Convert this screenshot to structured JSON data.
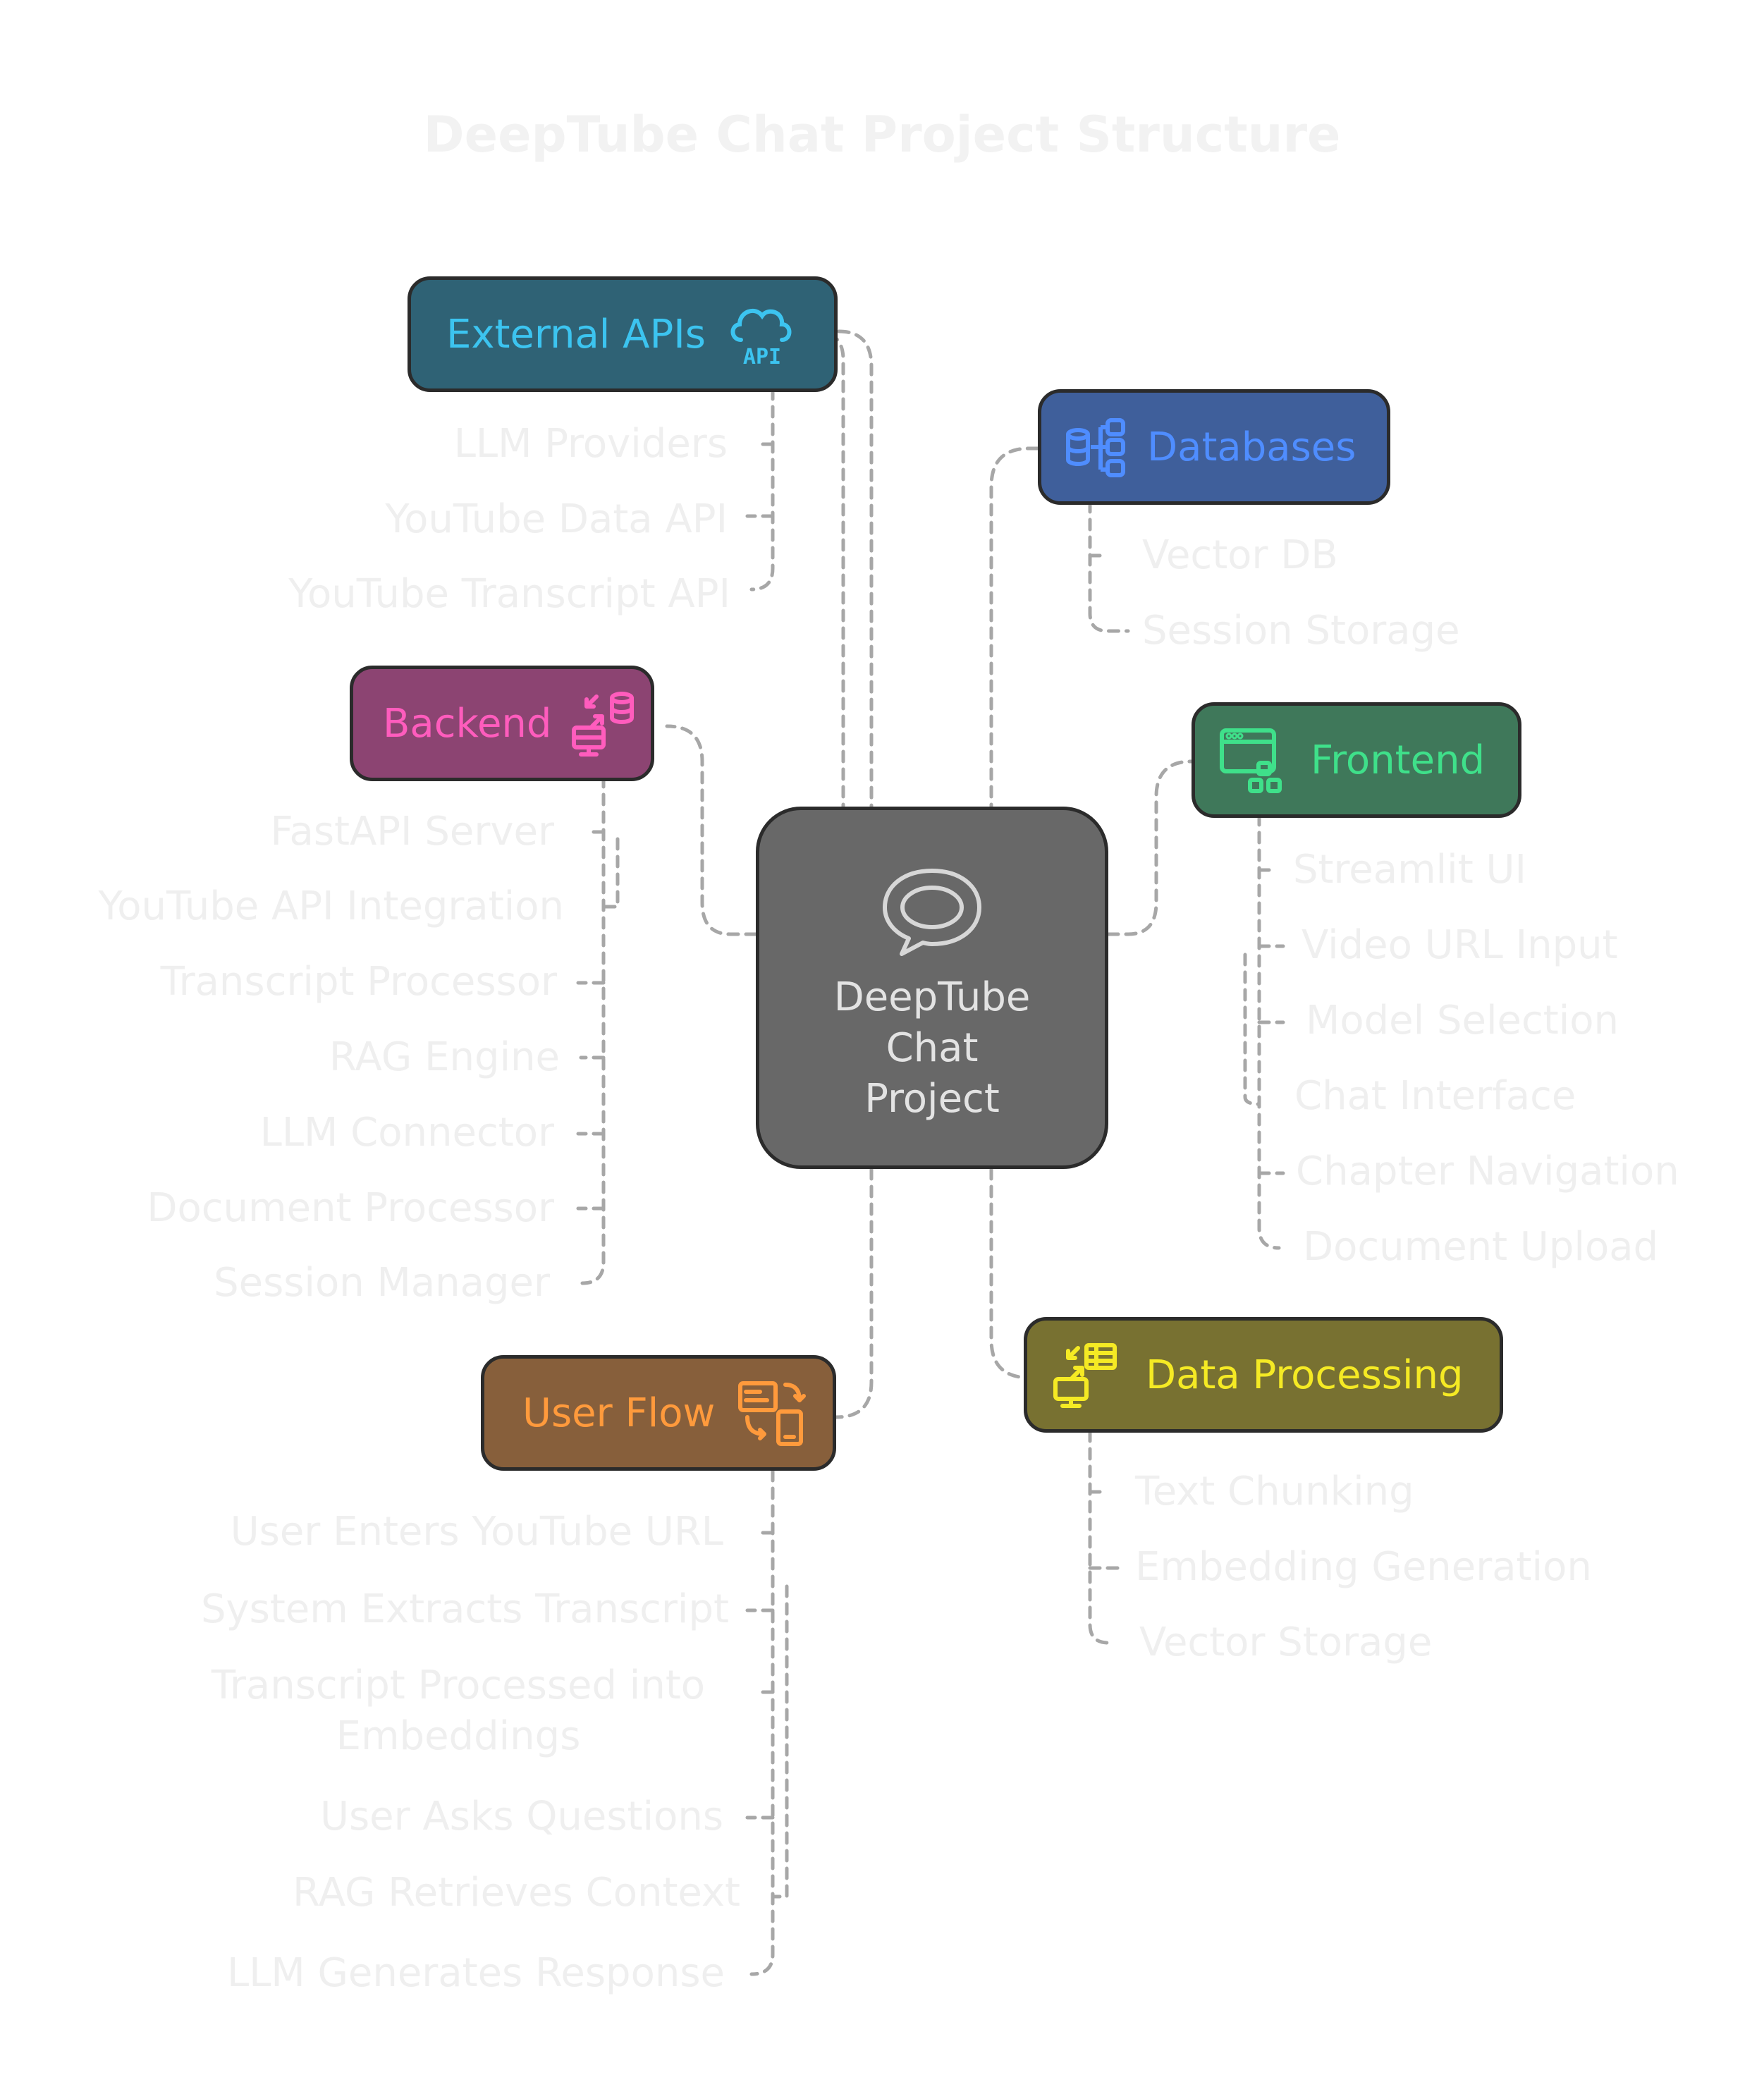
{
  "title": "DeepTube Chat Project Structure",
  "center": {
    "label_lines": [
      "DeepTube",
      "Chat",
      "Project"
    ],
    "icon": "chat-bubble-icon",
    "color": "#686868"
  },
  "branches": {
    "external_apis": {
      "label": "External APIs",
      "icon": "cloud-api-icon",
      "fill": "#2f6275",
      "text_color": "#3cc4f0",
      "items": [
        "LLM Providers",
        "YouTube Data API",
        "YouTube Transcript API"
      ]
    },
    "databases": {
      "label": "Databases",
      "icon": "database-schema-icon",
      "fill": "#3f5f9b",
      "text_color": "#4f8dff",
      "items": [
        "Vector DB",
        "Session Storage"
      ]
    },
    "backend": {
      "label": "Backend",
      "icon": "server-database-icon",
      "fill": "#8c4472",
      "text_color": "#ff5cbd",
      "items": [
        "FastAPI Server",
        "YouTube API Integration",
        "Transcript Processor",
        "RAG Engine",
        "LLM Connector",
        "Document Processor",
        "Session Manager"
      ]
    },
    "frontend": {
      "label": "Frontend",
      "icon": "web-components-icon",
      "fill": "#3f785a",
      "text_color": "#3fe08a",
      "items": [
        "Streamlit UI",
        "Video URL Input",
        "Model Selection",
        "Chat Interface",
        "Chapter Navigation",
        "Document Upload"
      ]
    },
    "data_processing": {
      "label": "Data Processing",
      "icon": "data-transfer-icon",
      "fill": "#787131",
      "text_color": "#f5ea24",
      "items": [
        "Text Chunking",
        "Embedding Generation",
        "Vector Storage"
      ]
    },
    "user_flow": {
      "label": "User Flow",
      "icon": "device-sync-icon",
      "fill": "#875f3b",
      "text_color": "#ff9a3c",
      "items": [
        "User Enters YouTube URL",
        "System Extracts Transcript",
        "Transcript Processed into Embeddings",
        "User Asks Questions",
        "RAG Retrieves Context",
        "LLM Generates Response"
      ]
    }
  }
}
